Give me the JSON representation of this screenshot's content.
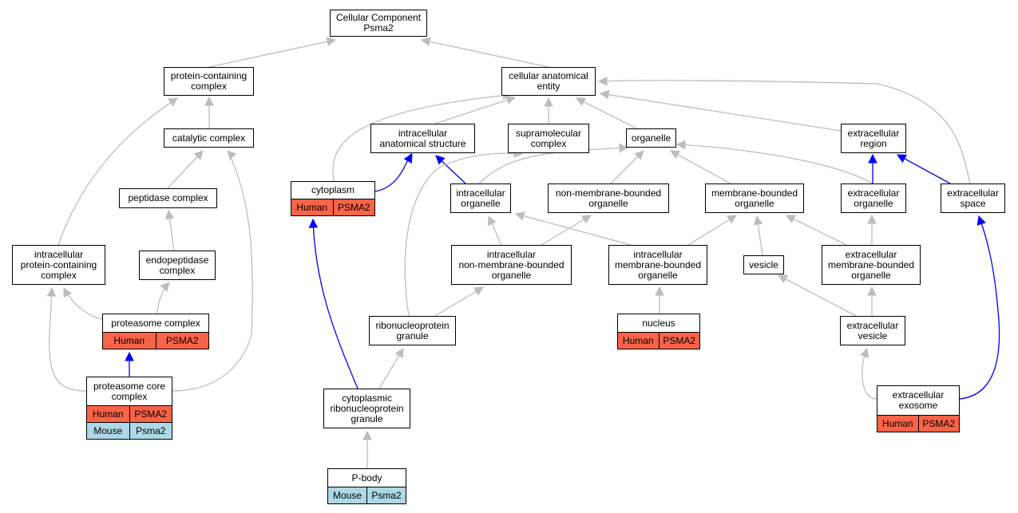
{
  "colors": {
    "human": "#fa6347",
    "mouse": "#add8e6",
    "edge_gray": "#bdbdbd",
    "edge_blue": "#0000ff"
  },
  "nodes": {
    "cc": {
      "label": "Cellular Component\nPsma2"
    },
    "pcc": {
      "label": "protein-containing\ncomplex"
    },
    "cae": {
      "label": "cellular anatomical\nentity"
    },
    "cat": {
      "label": "catalytic complex"
    },
    "ias": {
      "label": "intracellular\nanatomical structure"
    },
    "supra": {
      "label": "supramolecular\ncomplex"
    },
    "org": {
      "label": "organelle"
    },
    "ecr": {
      "label": "extracellular\nregion"
    },
    "pep": {
      "label": "peptidase complex"
    },
    "cyto": {
      "label": "cytoplasm",
      "rows": [
        {
          "species": "Human",
          "gene": "PSMA2"
        }
      ]
    },
    "io": {
      "label": "intracellular\norganelle"
    },
    "nmbo": {
      "label": "non-membrane-bounded\norganelle"
    },
    "mbo": {
      "label": "membrane-bounded\norganelle"
    },
    "eco": {
      "label": "extracellular\norganelle"
    },
    "ecs": {
      "label": "extracellular\nspace"
    },
    "ipcc": {
      "label": "intracellular\nprotein-containing\ncomplex"
    },
    "endo": {
      "label": "endopeptidase\ncomplex"
    },
    "inmbo": {
      "label": "intracellular\nnon-membrane-bounded\norganelle"
    },
    "imbo": {
      "label": "intracellular\nmembrane-bounded\norganelle"
    },
    "ves": {
      "label": "vesicle"
    },
    "ecmbo": {
      "label": "extracellular\nmembrane-bounded\norganelle"
    },
    "prot": {
      "label": "proteasome complex",
      "rows": [
        {
          "species": "Human",
          "gene": "PSMA2"
        }
      ]
    },
    "rnp": {
      "label": "ribonucleoprotein\ngranule"
    },
    "nuc": {
      "label": "nucleus",
      "rows": [
        {
          "species": "Human",
          "gene": "PSMA2"
        }
      ]
    },
    "ecv": {
      "label": "extracellular\nvesicle"
    },
    "pcore": {
      "label": "proteasome core\ncomplex",
      "rows": [
        {
          "species": "Human",
          "gene": "PSMA2"
        },
        {
          "species": "Mouse",
          "gene": "Psma2"
        }
      ]
    },
    "crnp": {
      "label": "cytoplasmic\nribonucleoprotein\ngranule"
    },
    "exo": {
      "label": "extracellular\nexosome",
      "rows": [
        {
          "species": "Human",
          "gene": "PSMA2"
        }
      ]
    },
    "pbody": {
      "label": "P-body",
      "rows": [
        {
          "species": "Mouse",
          "gene": "Psma2"
        }
      ]
    }
  }
}
